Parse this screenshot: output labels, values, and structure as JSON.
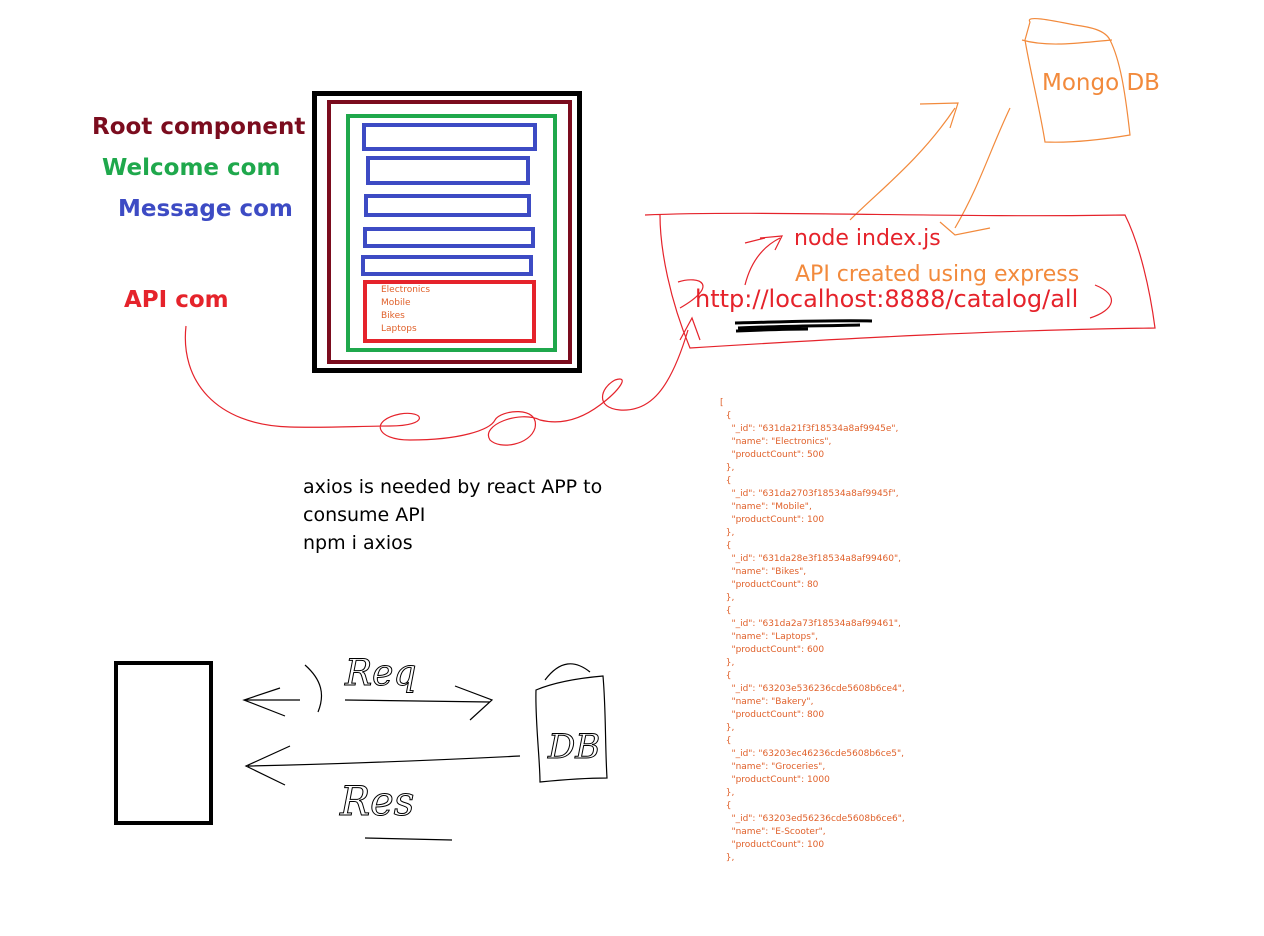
{
  "legend": {
    "root": "Root component",
    "welcome": "Welcome com",
    "message": "Message com",
    "api": "API com"
  },
  "colors": {
    "root": "#7b0c1e",
    "welcome": "#1fa84c",
    "message": "#3d4bc4",
    "api": "#e5232b",
    "accent_orange": "#f28a3c"
  },
  "categories": [
    "Electronics",
    "Mobile",
    "Bikes",
    "Laptops"
  ],
  "server": {
    "command": "node index.js",
    "note": "API created using express",
    "url": "http://localhost:8888/catalog/all"
  },
  "database": {
    "label": "Mongo DB"
  },
  "axios_note": [
    "axios is needed by react APP to",
    "consume API",
    "npm i axios"
  ],
  "json_lines": [
    "[",
    "  {",
    "    \"_id\": \"631da21f3f18534a8af9945e\",",
    "    \"name\": \"Electronics\",",
    "    \"productCount\": 500",
    "  },",
    "  {",
    "    \"_id\": \"631da2703f18534a8af9945f\",",
    "    \"name\": \"Mobile\",",
    "    \"productCount\": 100",
    "  },",
    "  {",
    "    \"_id\": \"631da28e3f18534a8af99460\",",
    "    \"name\": \"Bikes\",",
    "    \"productCount\": 80",
    "  },",
    "  {",
    "    \"_id\": \"631da2a73f18534a8af99461\",",
    "    \"name\": \"Laptops\",",
    "    \"productCount\": 600",
    "  },",
    "  {",
    "    \"_id\": \"63203e536236cde5608b6ce4\",",
    "    \"name\": \"Bakery\",",
    "    \"productCount\": 800",
    "  },",
    "  {",
    "    \"_id\": \"63203ec46236cde5608b6ce5\",",
    "    \"name\": \"Groceries\",",
    "    \"productCount\": 1000",
    "  },",
    "  {",
    "    \"_id\": \"63203ed56236cde5608b6ce6\",",
    "    \"name\": \"E-Scooter\",",
    "    \"productCount\": 100",
    "  },"
  ],
  "sketch": {
    "request_label": "Req",
    "response_label": "Res",
    "db_label": "DB"
  }
}
